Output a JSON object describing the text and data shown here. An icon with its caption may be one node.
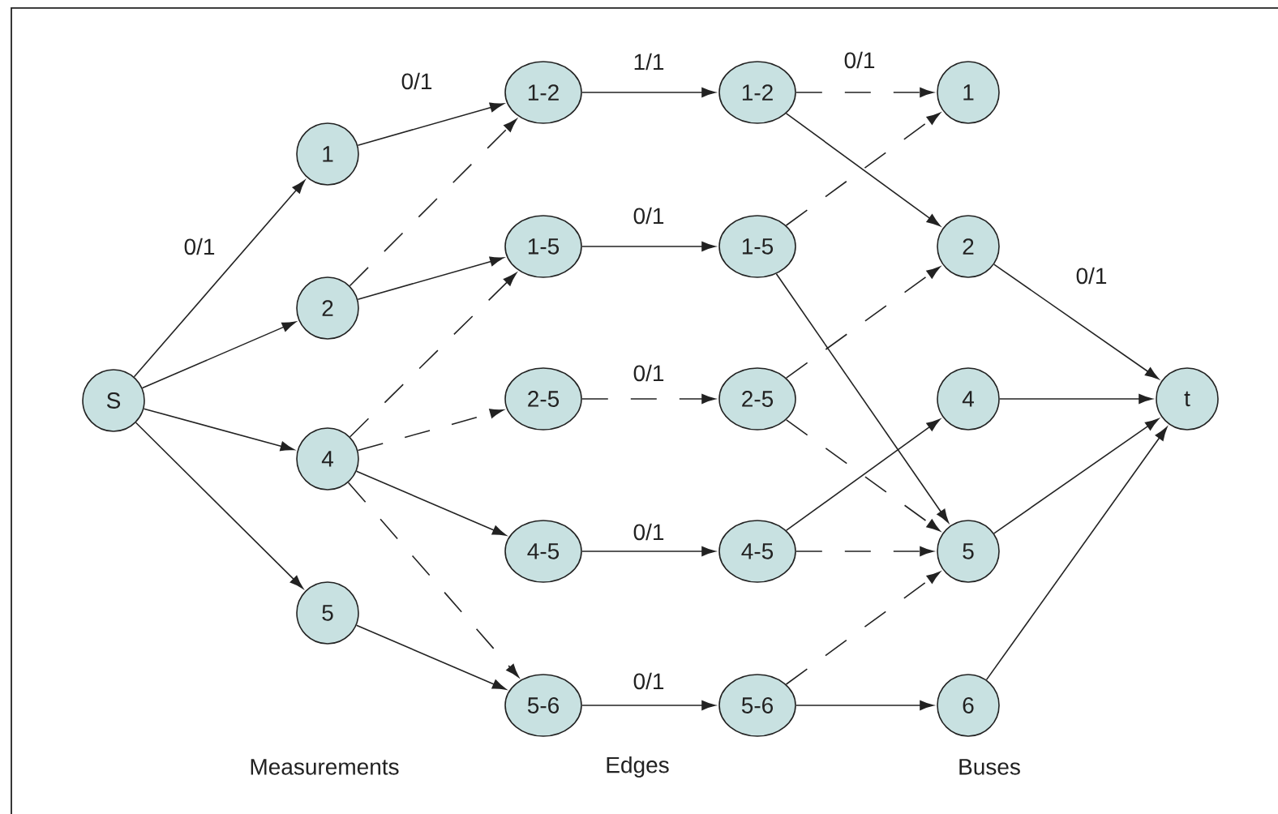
{
  "diagram": {
    "nodes": [
      {
        "text": [
          "S"
        ]
      },
      {
        "text": [
          "1"
        ]
      },
      {
        "text": [
          "2"
        ]
      },
      {
        "text": [
          "4"
        ]
      },
      {
        "text": [
          "5"
        ]
      },
      {
        "text": [
          "1-2"
        ]
      },
      {
        "text": [
          "1-5"
        ]
      },
      {
        "text": [
          "2-5"
        ]
      },
      {
        "text": [
          "4-5"
        ]
      },
      {
        "text": [
          "5-6"
        ]
      },
      {
        "text": [
          "1-2"
        ]
      },
      {
        "text": [
          "1-5"
        ]
      },
      {
        "text": [
          "2-5"
        ]
      },
      {
        "text": [
          "4-5"
        ]
      },
      {
        "text": [
          "5-6"
        ]
      },
      {
        "text": [
          "1"
        ]
      },
      {
        "text": [
          "2"
        ]
      },
      {
        "text": [
          "4"
        ]
      },
      {
        "text": [
          "5"
        ]
      },
      {
        "text": [
          "6"
        ]
      },
      {
        "text": [
          "t"
        ]
      }
    ],
    "edges": [
      {
        "from": 0,
        "to": 1,
        "arrow": "to",
        "label": "0/1"
      },
      {
        "from": 0,
        "to": 2,
        "arrow": "to"
      },
      {
        "from": 0,
        "to": 3,
        "arrow": "to"
      },
      {
        "from": 0,
        "to": 4,
        "arrow": "to"
      },
      {
        "from": 1,
        "to": 5,
        "arrow": "to",
        "label": "0/1"
      },
      {
        "from": 2,
        "to": 5,
        "arrow": "to",
        "style": "dashed"
      },
      {
        "from": 2,
        "to": 6,
        "arrow": "to"
      },
      {
        "from": 3,
        "to": 6,
        "arrow": "to",
        "style": "dashed"
      },
      {
        "from": 3,
        "to": 7,
        "arrow": "to",
        "style": "dashed"
      },
      {
        "from": 3,
        "to": 8,
        "arrow": "to"
      },
      {
        "from": 3,
        "to": 9,
        "arrow": "to",
        "style": "dashed"
      },
      {
        "from": 4,
        "to": 9,
        "arrow": "to"
      },
      {
        "from": 5,
        "to": 10,
        "arrow": "to",
        "label": "1/1"
      },
      {
        "from": 6,
        "to": 11,
        "arrow": "to",
        "label": "0/1"
      },
      {
        "from": 7,
        "to": 12,
        "arrow": "to",
        "label": "0/1",
        "style": "dashed"
      },
      {
        "from": 8,
        "to": 13,
        "arrow": "to",
        "label": "0/1"
      },
      {
        "from": 9,
        "to": 14,
        "arrow": "to",
        "label": "0/1"
      },
      {
        "from": 10,
        "to": 15,
        "arrow": "to",
        "label": "0/1",
        "style": "dashed"
      },
      {
        "from": 10,
        "to": 16,
        "arrow": "to"
      },
      {
        "from": 11,
        "to": 15,
        "arrow": "to",
        "style": "dashed"
      },
      {
        "from": 11,
        "to": 18,
        "arrow": "to"
      },
      {
        "from": 12,
        "to": 16,
        "arrow": "to",
        "style": "dashed"
      },
      {
        "from": 12,
        "to": 18,
        "arrow": "to",
        "style": "dashed"
      },
      {
        "from": 13,
        "to": 17,
        "arrow": "to"
      },
      {
        "from": 13,
        "to": 18,
        "arrow": "to",
        "style": "dashed"
      },
      {
        "from": 14,
        "to": 18,
        "arrow": "to",
        "style": "dashed"
      },
      {
        "from": 14,
        "to": 19,
        "arrow": "to"
      },
      {
        "from": 16,
        "to": 20,
        "arrow": "to",
        "label": "0/1"
      },
      {
        "from": 17,
        "to": 20,
        "arrow": "to"
      },
      {
        "from": 18,
        "to": 20,
        "arrow": "to"
      },
      {
        "from": 19,
        "to": 20,
        "arrow": "to"
      }
    ],
    "labels": [
      "Measurements",
      "Edges",
      "Buses"
    ]
  }
}
